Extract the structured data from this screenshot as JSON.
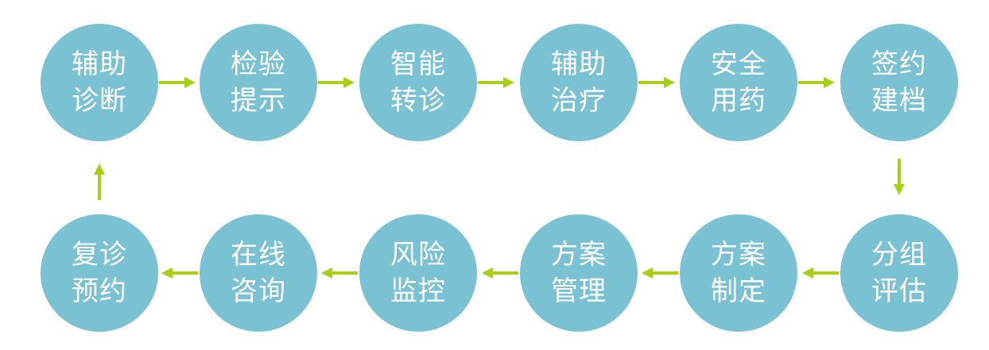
{
  "colors": {
    "circle": "#79c1d3",
    "text": "#ffffff",
    "arrow": "#a8ce16"
  },
  "nodes": [
    {
      "line1": "辅助",
      "line2": "诊断"
    },
    {
      "line1": "检验",
      "line2": "提示"
    },
    {
      "line1": "智能",
      "line2": "转诊"
    },
    {
      "line1": "辅助",
      "line2": "治疗"
    },
    {
      "line1": "安全",
      "line2": "用药"
    },
    {
      "line1": "签约",
      "line2": "建档"
    },
    {
      "line1": "分组",
      "line2": "评估"
    },
    {
      "line1": "方案",
      "line2": "制定"
    },
    {
      "line1": "方案",
      "line2": "管理"
    },
    {
      "line1": "风险",
      "line2": "监控"
    },
    {
      "line1": "在线",
      "line2": "咨询"
    },
    {
      "line1": "复诊",
      "line2": "预约"
    }
  ]
}
